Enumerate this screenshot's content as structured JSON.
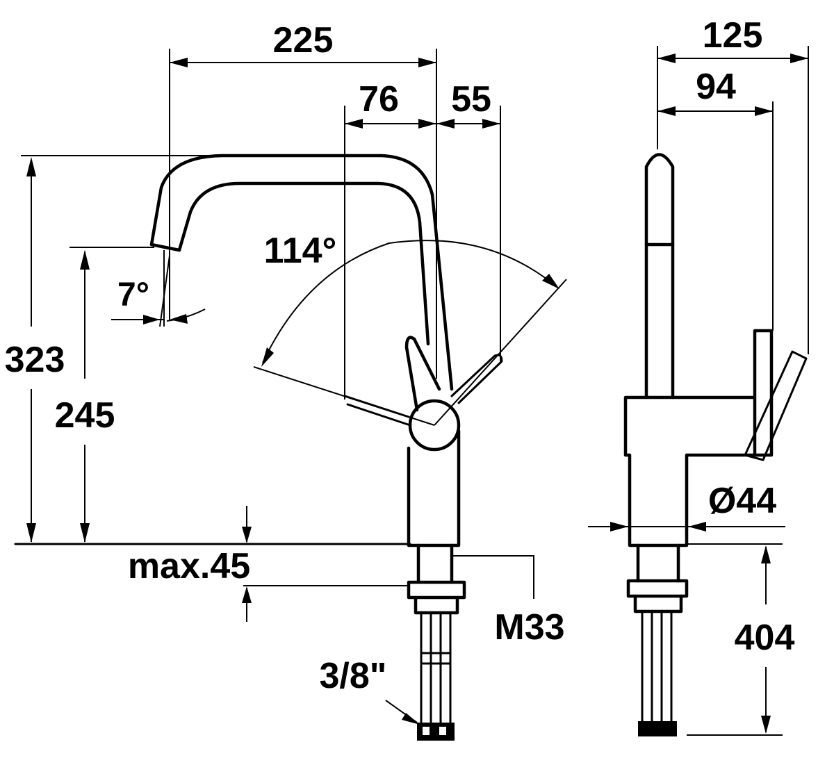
{
  "drawing": {
    "dimensions": {
      "spout_reach": "225",
      "handle_offset_left": "76",
      "handle_offset_right": "55",
      "total_height": "323",
      "spout_height": "245",
      "spout_angle": "7°",
      "lever_angle": "114°",
      "max_deck_thickness": "max.45",
      "thread": "M33",
      "hose_connection": "3/8\"",
      "side_depth": "125",
      "side_lever_depth": "94",
      "base_diameter": "Ø44",
      "hose_length": "404"
    }
  }
}
